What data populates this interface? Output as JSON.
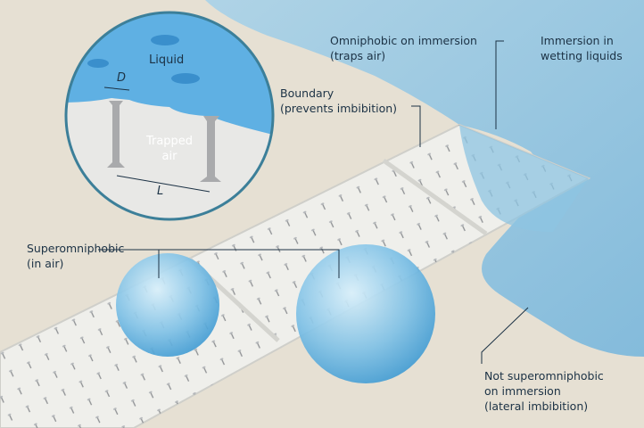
{
  "inset": {
    "liquid_label": "Liquid",
    "trapped_air_label": [
      "Trapped",
      "air"
    ],
    "d_label": "D",
    "l_label": "L"
  },
  "callouts": {
    "omniphobic": [
      "Omniphobic on immersion",
      "(traps air)"
    ],
    "immersion": [
      "Immersion in",
      "wetting liquids"
    ],
    "boundary": [
      "Boundary",
      "(prevents imbibition)"
    ],
    "superomniphobic": [
      "Superomniphobic",
      "(in air)"
    ],
    "not_superomniphobic": [
      "Not superomniphobic",
      "on immersion",
      "(lateral imbibition)"
    ]
  },
  "colors": {
    "background": "#e6e0d3",
    "liquid": "#8ec4e2",
    "text": "#1c3245",
    "surface": "#eeeeea"
  }
}
